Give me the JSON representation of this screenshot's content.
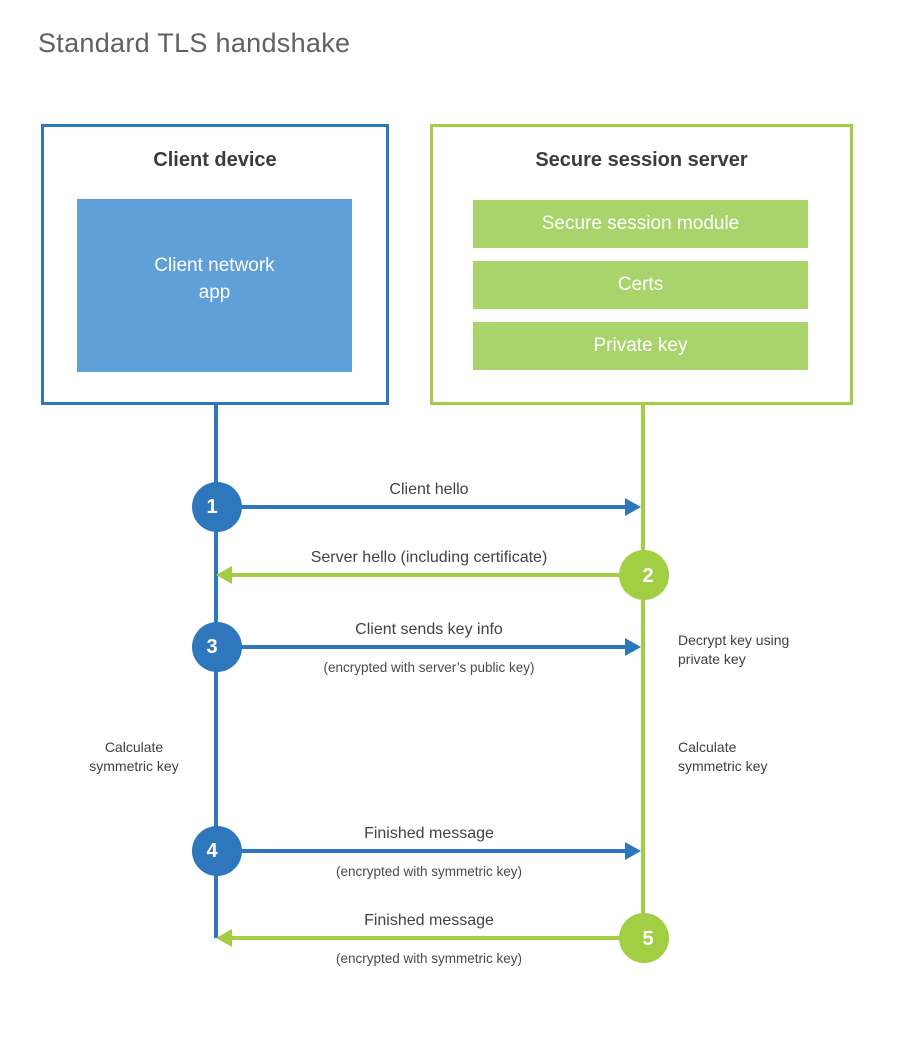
{
  "title": "Standard TLS handshake",
  "colors": {
    "blue": "#2e77bc",
    "blue_light": "#60a0d8",
    "green": "#a2ce44",
    "green_light": "#a9d46c",
    "title": "#606060",
    "heading": "#3c3c3c",
    "label": "#424242",
    "sub": "#4a4a4a"
  },
  "client": {
    "title": "Client device",
    "module": "Client network\napp"
  },
  "server": {
    "title": "Secure session server",
    "modules": [
      "Secure session module",
      "Certs",
      "Private key"
    ]
  },
  "steps": [
    {
      "num": "1",
      "label": "Client hello",
      "sublabel": "",
      "direction": "right",
      "color": "blue"
    },
    {
      "num": "2",
      "label": "Server hello (including certificate)",
      "sublabel": "",
      "direction": "left",
      "color": "green"
    },
    {
      "num": "3",
      "label": "Client sends key info",
      "sublabel": "(encrypted with server’s public key)",
      "direction": "right",
      "color": "blue"
    },
    {
      "num": "4",
      "label": "Finished message",
      "sublabel": "(encrypted with symmetric key)",
      "direction": "right",
      "color": "blue"
    },
    {
      "num": "5",
      "label": "Finished message",
      "sublabel": "(encrypted with symmetric key)",
      "direction": "left",
      "color": "green"
    }
  ],
  "notes": {
    "decrypt": "Decrypt key using\nprivate key",
    "calc_left": "Calculate\nsymmetric key",
    "calc_right": "Calculate\nsymmetric key"
  }
}
